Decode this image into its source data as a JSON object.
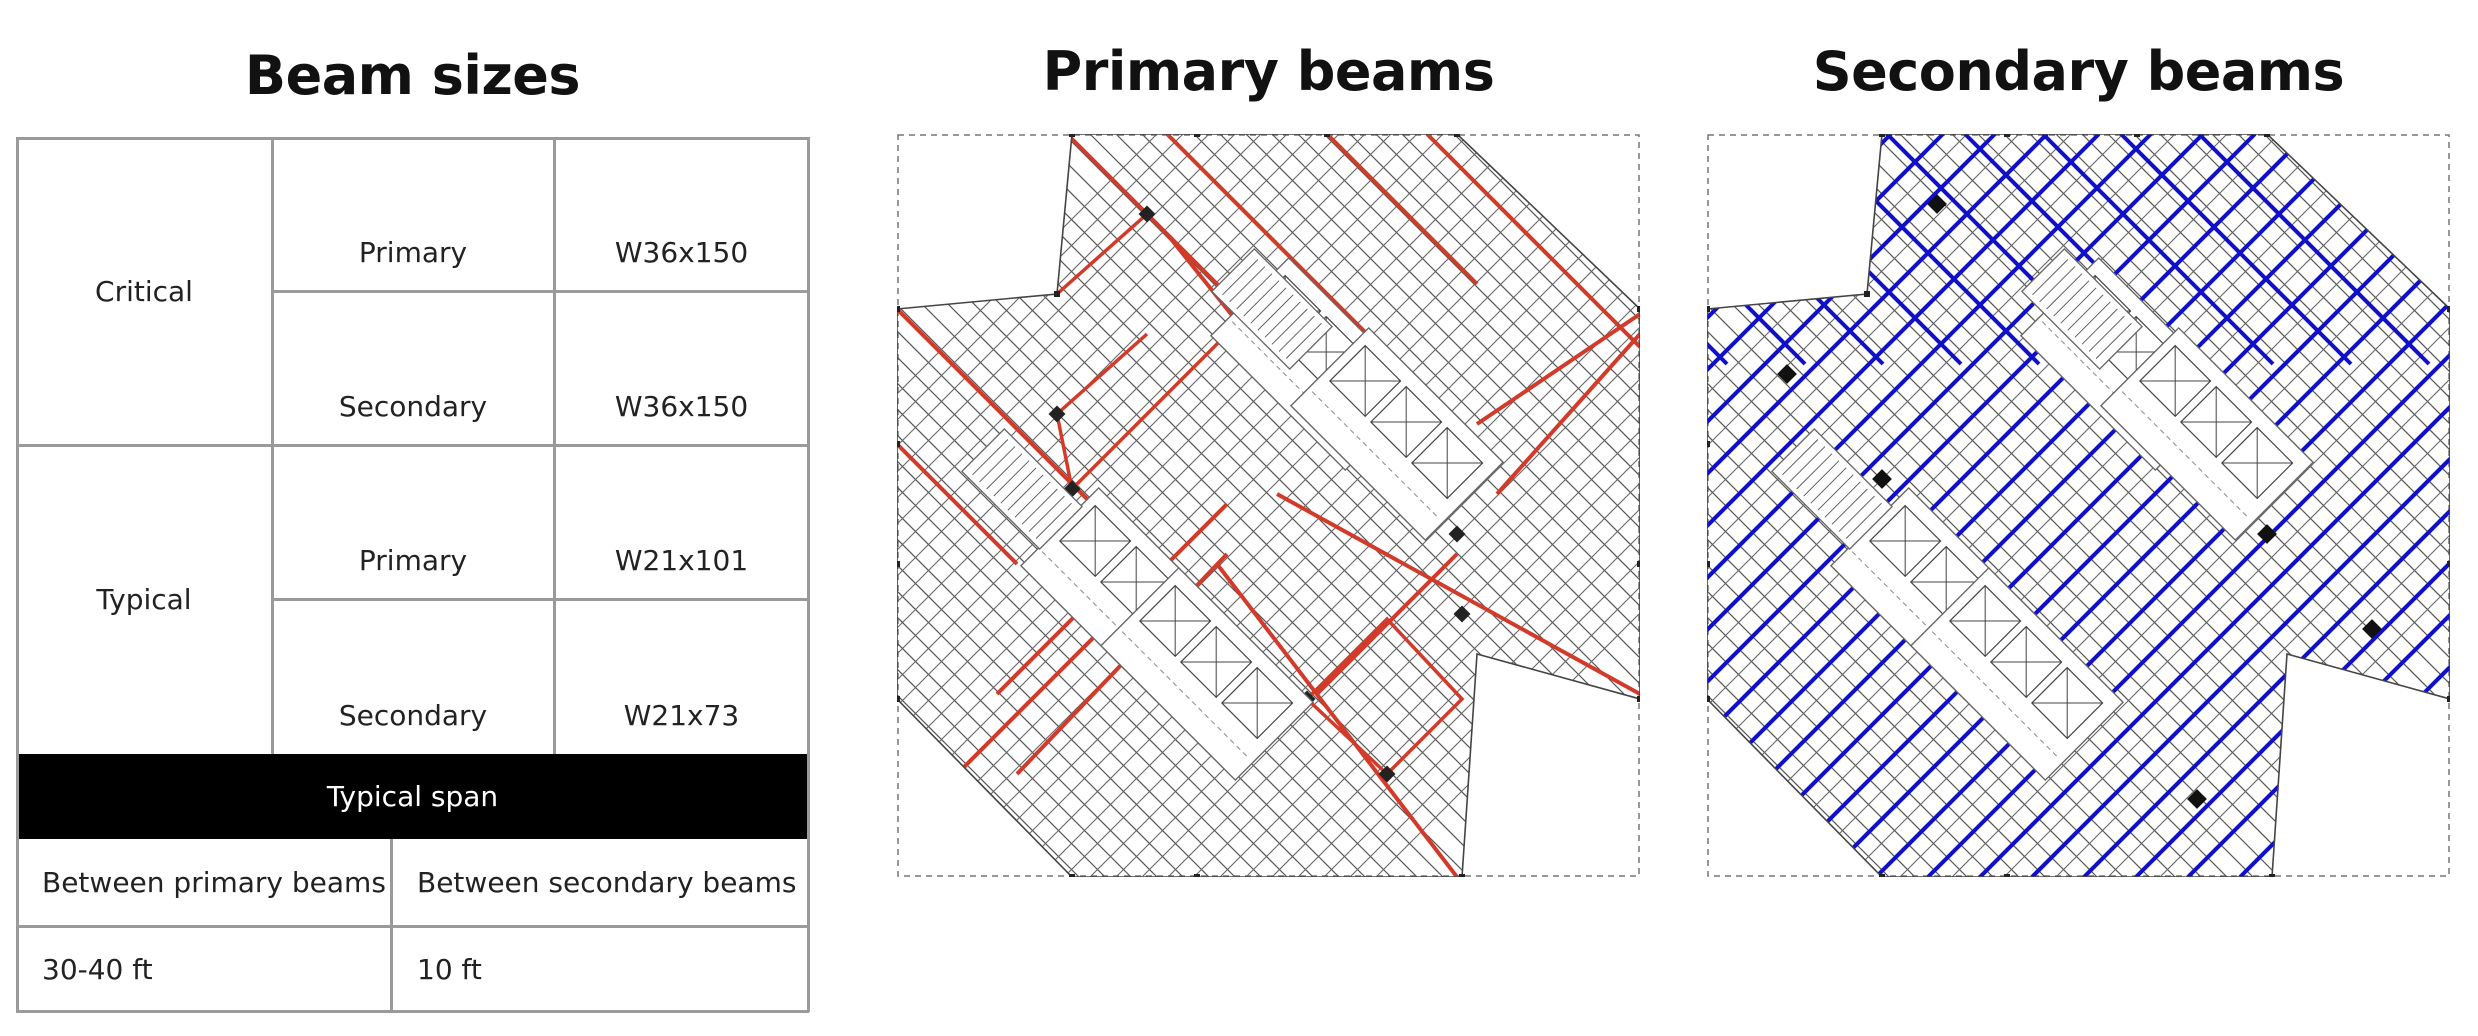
{
  "titles": {
    "beam_sizes": "Beam sizes",
    "primary_beams": "Primary beams",
    "secondary_beams": "Secondary beams"
  },
  "table": {
    "groups": [
      {
        "label": "Critical",
        "rows": [
          {
            "type": "Primary",
            "size": "W36x150"
          },
          {
            "type": "Secondary",
            "size": "W36x150"
          }
        ]
      },
      {
        "label": "Typical",
        "rows": [
          {
            "type": "Primary",
            "size": "W21x101"
          },
          {
            "type": "Secondary",
            "size": "W21x73"
          }
        ]
      }
    ],
    "span_header": "Typical span",
    "span_columns": [
      "Between primary beams",
      "Between secondary beams"
    ],
    "span_values": [
      "30-40 ft",
      "10 ft"
    ]
  },
  "colors": {
    "primary_highlight": "#d23a2a",
    "secondary_highlight": "#1010c8",
    "grid_line": "#9a9a9a",
    "span_bar": "#000000"
  }
}
